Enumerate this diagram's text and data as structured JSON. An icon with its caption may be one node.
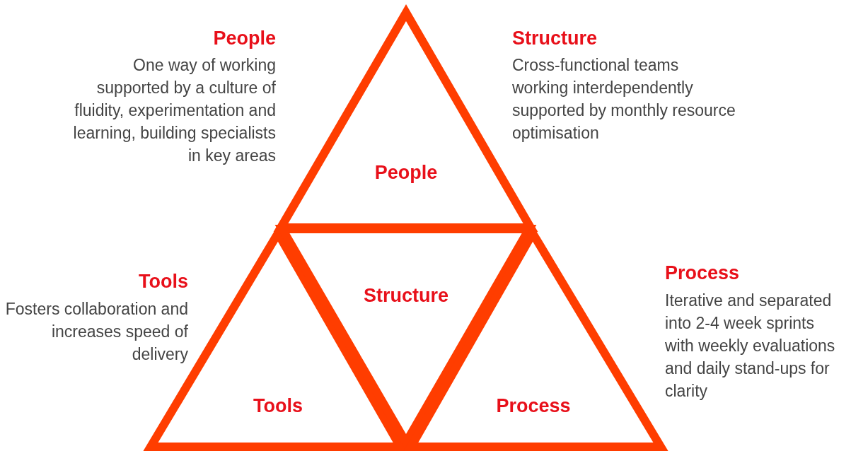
{
  "diagram": {
    "nodes": [
      {
        "text": [
          "People"
        ]
      },
      {
        "text": [
          "Tools"
        ]
      },
      {
        "text": [
          "Structure"
        ]
      },
      {
        "text": [
          "Process"
        ]
      }
    ],
    "labels": [
      "People",
      "One way of working supported by a culture of fluidity, experimentation and learning, building specialists in key areas",
      "Structure",
      "Cross-functional teams working interdependently supported by monthly resource optimisation",
      "Tools",
      "Fosters collaboration and increases speed of delivery",
      "Process",
      "Iterative and separated into 2-4 week sprints with weekly evaluations and daily stand-ups for clarity"
    ]
  }
}
